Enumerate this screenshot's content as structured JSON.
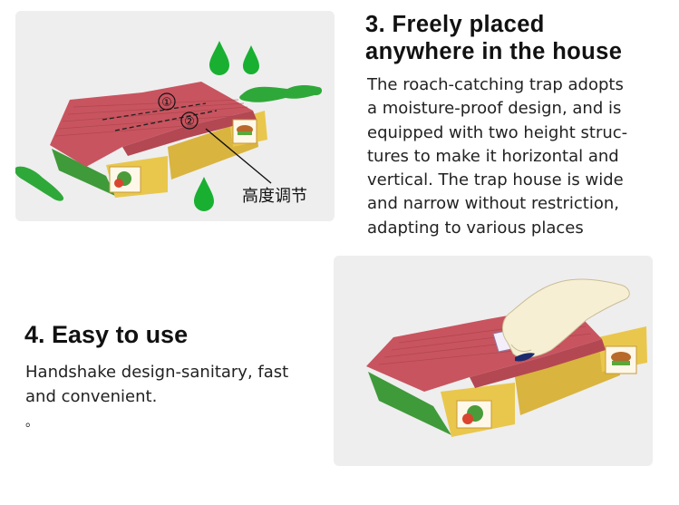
{
  "section3": {
    "heading_lines": [
      "3. Freely placed",
      "anywhere in the house"
    ],
    "body_lines": [
      "The roach-catching trap adopts",
      "a moisture-proof design, and is",
      "equipped with two height struc-",
      "tures to make it horizontal and",
      "vertical. The trap house is wide",
      "and narrow without restriction,",
      "adapting to various places"
    ],
    "image": {
      "callout_label": "高度调节",
      "markers": [
        "①",
        "②"
      ]
    }
  },
  "section4": {
    "heading": "4. Easy to use",
    "body_lines": [
      "Handshake design-sanitary, fast",
      "and convenient."
    ],
    "trailing_mark": "。"
  },
  "colors": {
    "panel_bg": "#eeeeee",
    "roof": "#c9535e",
    "wall_yellow": "#e8c64a",
    "grass_green": "#3ea83a",
    "water_drop_green": "#18b030"
  }
}
